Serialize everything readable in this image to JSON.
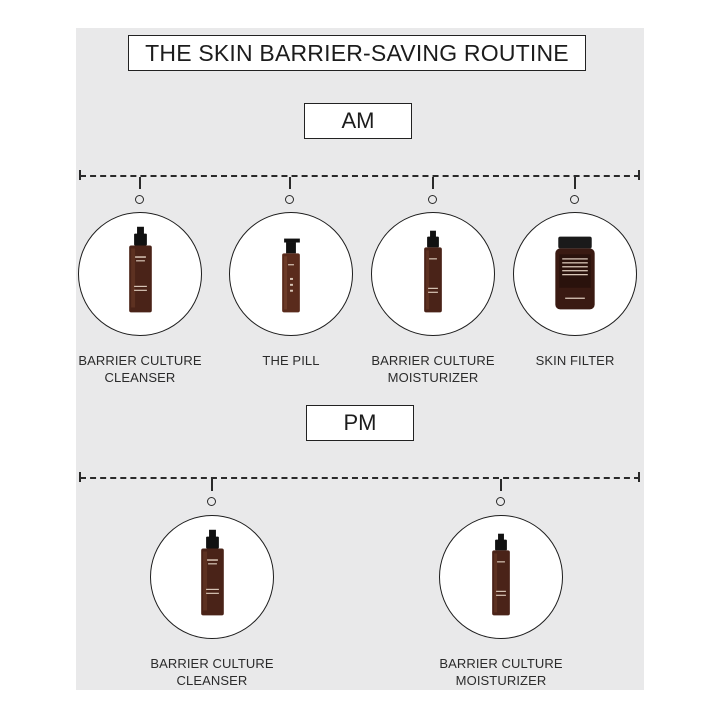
{
  "title": "THE SKIN BARRIER-SAVING ROUTINE",
  "sections": {
    "am": {
      "heading": "AM",
      "products": [
        {
          "line1": "BARRIER CULTURE",
          "line2": "CLEANSER",
          "icon": "cleanser-bottle-icon"
        },
        {
          "line1": "THE PILL",
          "line2": "",
          "icon": "serum-bottle-icon"
        },
        {
          "line1": "BARRIER CULTURE",
          "line2": "MOISTURIZER",
          "icon": "moisturizer-bottle-icon"
        },
        {
          "line1": "SKIN FILTER",
          "line2": "",
          "icon": "supplement-jar-icon"
        }
      ]
    },
    "pm": {
      "heading": "PM",
      "products": [
        {
          "line1": "BARRIER CULTURE",
          "line2": "CLEANSER",
          "icon": "cleanser-bottle-icon"
        },
        {
          "line1": "BARRIER CULTURE",
          "line2": "MOISTURIZER",
          "icon": "moisturizer-bottle-icon"
        }
      ]
    }
  },
  "colors": {
    "panel": "#e9e9ea",
    "bottle": "#4a2318",
    "cap": "#111111"
  }
}
